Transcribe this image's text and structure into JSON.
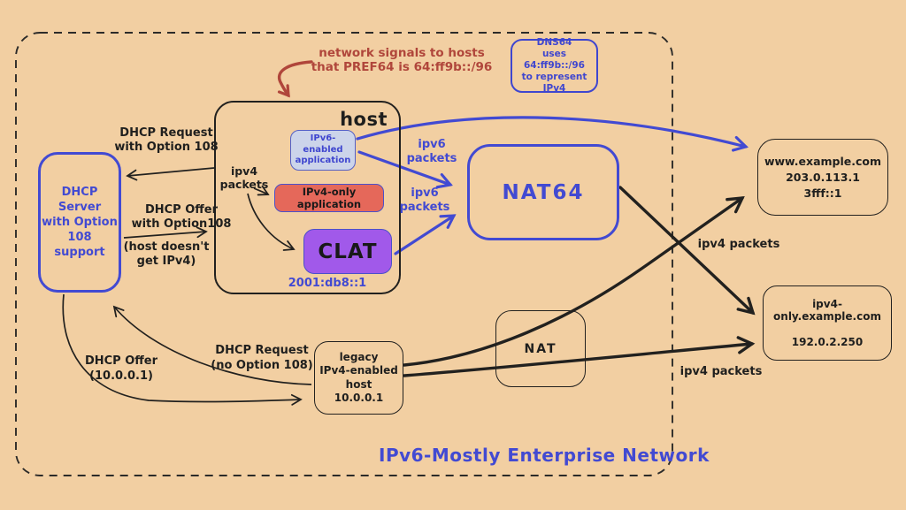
{
  "appearance": {
    "background": "#f2cfa2",
    "ink": "#22211f",
    "blue": "#424ad2",
    "red_annotation": "#b0463b",
    "ipv4_app_fill": "#e5685a",
    "clat_fill": "#a159ea",
    "ipv6_app_fill": "#ccd4ea"
  },
  "annotations": {
    "pref64_note": {
      "line1": "network signals to hosts",
      "line2": "that PREF64 is 64:ff9b::/96"
    },
    "network_label": "IPv6-Mostly Enterprise Network"
  },
  "nodes": {
    "dns64": {
      "lines": [
        "DNS64",
        "uses 64:ff9b::/96",
        "to represent",
        "IPv4"
      ]
    },
    "dhcp_server": {
      "lines": [
        "DHCP Server",
        "with Option",
        "108 support"
      ]
    },
    "host": {
      "title": "host",
      "address": "2001:db8::1",
      "ipv6_app": {
        "lines": [
          "IPv6-",
          "enabled",
          "application"
        ]
      },
      "ipv4_app": {
        "label": "IPv4-only application"
      },
      "clat": {
        "label": "CLAT"
      }
    },
    "nat64": {
      "label": "NAT64"
    },
    "nat": {
      "label": "NAT"
    },
    "legacy_host": {
      "lines": [
        "legacy",
        "IPv4-enabled",
        "host",
        "10.0.0.1"
      ]
    },
    "www_example": {
      "lines": [
        "www.example.com",
        "203.0.113.1",
        "3fff::1"
      ]
    },
    "ipv4_only_example": {
      "lines": [
        "ipv4-only.example.com",
        "192.0.2.250"
      ]
    }
  },
  "edge_labels": {
    "dhcp_request_108": {
      "line1": "DHCP Request",
      "line2": "with Option 108"
    },
    "dhcp_offer_108": {
      "line1": "DHCP Offer",
      "line2": "with Option108"
    },
    "dhcp_offer_note": {
      "line1": "(host doesn't",
      "line2": "get IPv4)"
    },
    "ipv4_packets_host": {
      "line1": "ipv4",
      "line2": "packets"
    },
    "ipv6_packets_upper": {
      "line1": "ipv6",
      "line2": "packets"
    },
    "ipv6_packets_lower": {
      "line1": "ipv6",
      "line2": "packets"
    },
    "dhcp_request_legacy": {
      "line1": "DHCP Request",
      "line2": "(no Option 108)"
    },
    "dhcp_offer_legacy": {
      "line1": "DHCP Offer",
      "line2": "(10.0.0.1)"
    },
    "ipv4_packets_upper": "ipv4 packets",
    "ipv4_packets_lower": "ipv4 packets"
  }
}
